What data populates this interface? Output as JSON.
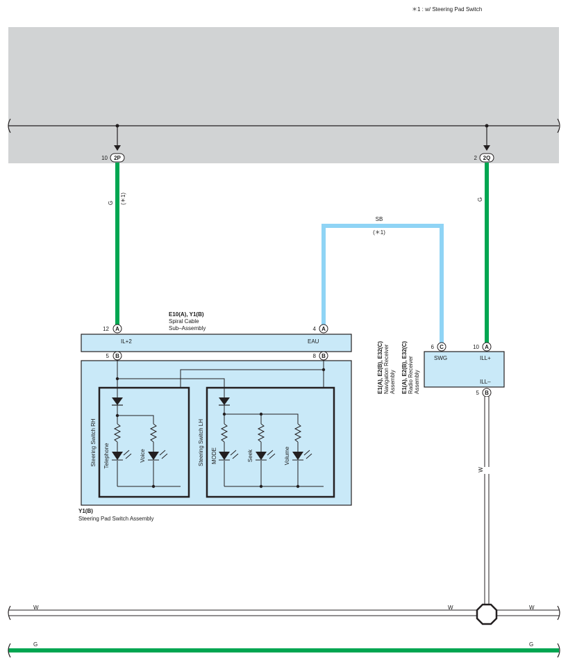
{
  "note": "＊1 : w/ Steering Pad Switch",
  "colors": {
    "green_wire": "#00a651",
    "sky_blue_wire": "#8fd4f5",
    "white_wire": "#ffffff",
    "harness_gray": "#d1d3d4",
    "component_fill": "#c9e9f8",
    "line": "#231f20"
  },
  "top_connectors": {
    "left": {
      "pin": "10",
      "connector": "2P"
    },
    "right": {
      "pin": "2",
      "connector": "2Q"
    }
  },
  "wires": {
    "g_left": "G",
    "g_left_note": "(＊1)",
    "g_right": "G",
    "sb": "SB",
    "sb_note": "(＊1)",
    "w_vertical": "W",
    "bottom_w_left": "W",
    "bottom_w_mid": "W",
    "bottom_w_right": "W",
    "bottom_g_left": "G",
    "bottom_g_right": "G"
  },
  "spiral_cable": {
    "code": "E10(A), Y1(B)",
    "name_line1": "Spiral Cable",
    "name_line2": "Sub–Assembly",
    "pin_il2": {
      "pin": "12",
      "connector": "A",
      "label": "IL+2"
    },
    "pin_eau": {
      "pin": "4",
      "connector": "A",
      "label": "EAU"
    },
    "pin_b5": {
      "pin": "5",
      "connector": "B"
    },
    "pin_b8": {
      "pin": "8",
      "connector": "B"
    }
  },
  "steering_pad": {
    "code": "Y1(B)",
    "name": "Steering Pad Switch Assembly",
    "switch_rh": {
      "title": "Steering Switch RH",
      "leds": [
        "Telephone",
        "Voice"
      ]
    },
    "switch_lh": {
      "title": "Steering Switch LH",
      "leds": [
        "MODE",
        "Seek",
        "Volume"
      ]
    }
  },
  "receiver": {
    "nav_code": "E1(A), E2(B), E32(C)",
    "nav_name1": "Navigation Receiver",
    "nav_name2": "Assembly",
    "radio_code": "E1(A), E2(B), E32(C)",
    "radio_name1": "Radio Receiver",
    "radio_name2": "Assembly",
    "pin_swg": {
      "pin": "6",
      "connector": "C",
      "label": "SWG"
    },
    "pin_ill_plus": {
      "pin": "10",
      "connector": "A",
      "label": "ILL+"
    },
    "pin_ill_minus": {
      "pin": "5",
      "connector": "B",
      "label": "ILL–"
    }
  }
}
